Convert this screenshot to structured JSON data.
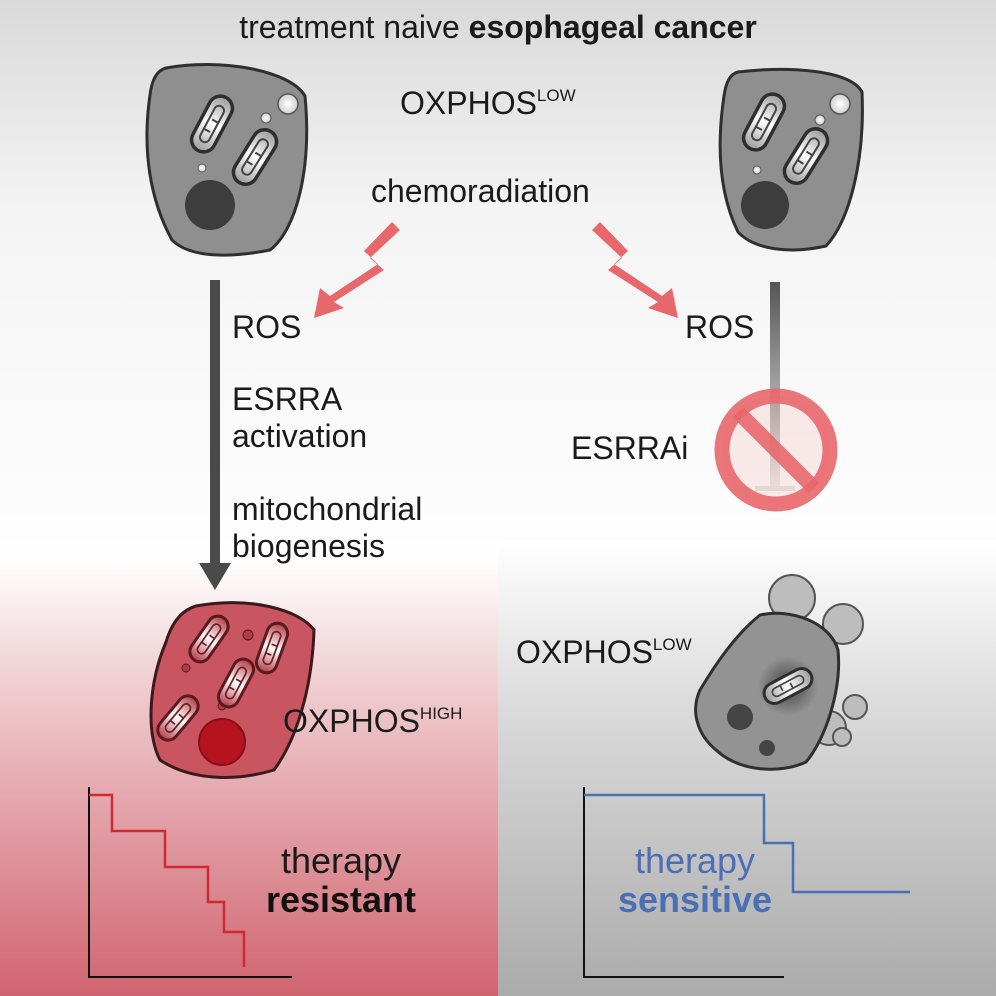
{
  "title": {
    "prefix": "treatment naive",
    "bold": "esophageal cancer"
  },
  "top_state": {
    "label": "OXPHOS",
    "superscript": "LOW"
  },
  "treatment": "chemoradiation",
  "left_path": {
    "ros": "ROS",
    "step1_line1": "ESRRA",
    "step1_line2": "activation",
    "step2_line1": "mitochondrial",
    "step2_line2": "biogenesis",
    "end_state": {
      "label": "OXPHOS",
      "superscript": "HIGH"
    },
    "outcome": {
      "line1": "therapy",
      "line2": "resistant"
    },
    "curve_color": "#d02a30"
  },
  "right_path": {
    "ros": "ROS",
    "inhibitor": "ESRRAi",
    "end_state": {
      "label": "OXPHOS",
      "superscript": "LOW"
    },
    "outcome": {
      "line1": "therapy",
      "line2": "sensitive"
    },
    "curve_color": "#4a6fb5"
  },
  "colors": {
    "resistant_panel": "#d0646f",
    "sensitive_panel": "#b0b0b0",
    "lightning": "#e8676b",
    "cell_gray": "#8f8f8f",
    "cell_red": "#c95560"
  },
  "icons": [
    "cancer-cell-icon",
    "mitochondrion-icon",
    "lightning-arrow-icon",
    "arrow-down-icon",
    "prohibition-icon",
    "apoptotic-cell-icon",
    "survival-curve-icon"
  ]
}
